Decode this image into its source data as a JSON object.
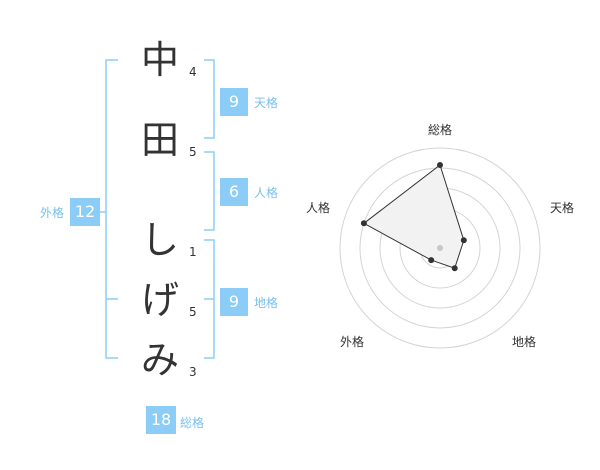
{
  "colors": {
    "accent": "#8ccdf7",
    "label": "#78c0ef",
    "text": "#333333"
  },
  "name": {
    "chars": [
      {
        "char": "中",
        "strokes": "4"
      },
      {
        "char": "田",
        "strokes": "5"
      },
      {
        "char": "し",
        "strokes": "1"
      },
      {
        "char": "げ",
        "strokes": "5"
      },
      {
        "char": "み",
        "strokes": "3"
      }
    ]
  },
  "scores": {
    "tenkaku": {
      "value": "9",
      "label": "天格"
    },
    "jinkaku": {
      "value": "6",
      "label": "人格"
    },
    "chikaku": {
      "value": "9",
      "label": "地格"
    },
    "gaikaku": {
      "value": "12",
      "label": "外格"
    },
    "soukaku": {
      "value": "18",
      "label": "総格"
    }
  },
  "radar": {
    "labels": [
      "総格",
      "天格",
      "地格",
      "外格",
      "人格"
    ],
    "values": [
      0.83,
      0.25,
      0.25,
      0.15,
      0.8
    ]
  }
}
